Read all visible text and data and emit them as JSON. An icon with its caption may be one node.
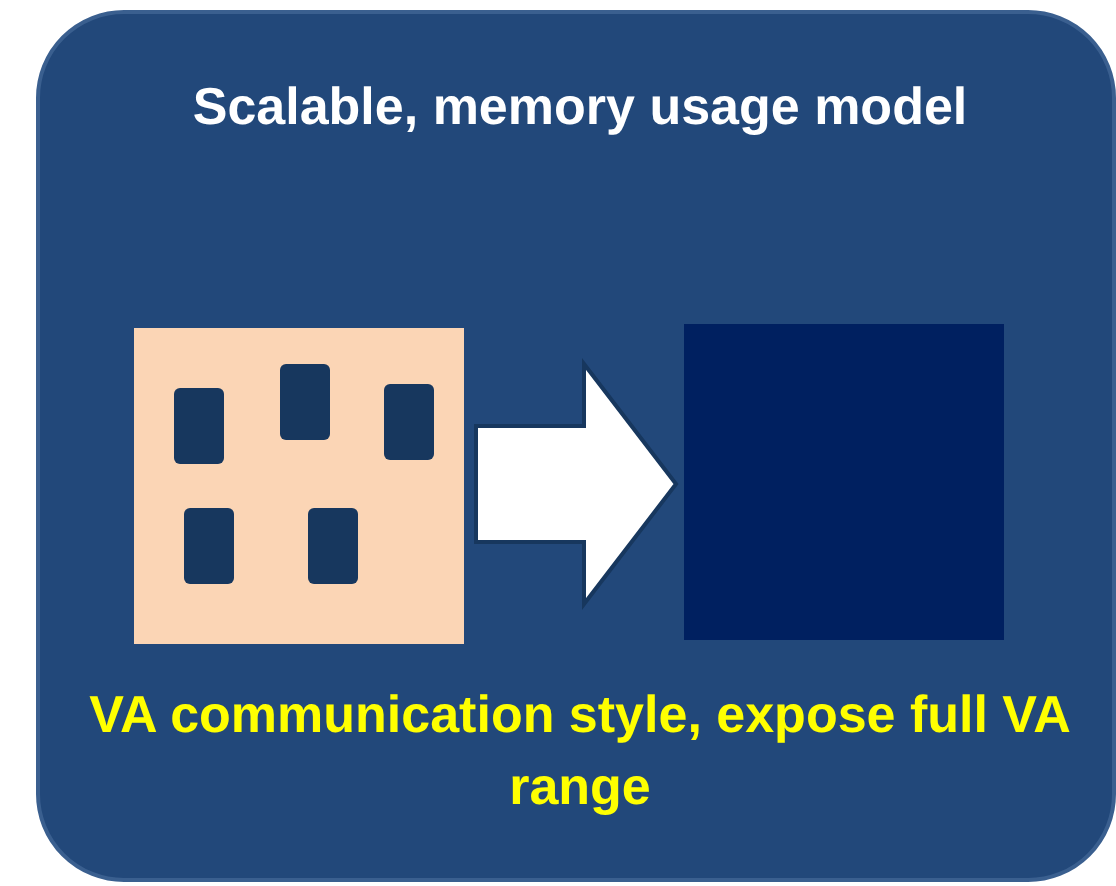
{
  "diagram": {
    "nodes": [
      {
        "text": [
          "Scalable, memory usage model",
          "VA communication style, expose full VA range"
        ]
      },
      {
        "text": [],
        "shape": "picture",
        "in": 0
      },
      {
        "text": [],
        "shape": "box",
        "in": 0
      }
    ],
    "edges": [
      {
        "from": 1,
        "to": 2,
        "arrow": "to",
        "style": "thick"
      }
    ]
  }
}
